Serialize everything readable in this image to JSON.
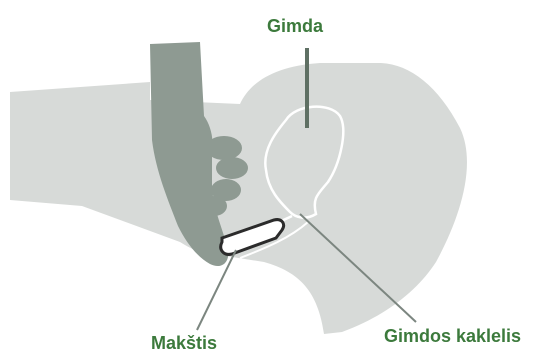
{
  "labels": {
    "uterus": "Gimda",
    "vagina": "Makštis",
    "cervix": "Gimdos kaklelis"
  },
  "colors": {
    "label_text": "#3c7a3c",
    "body_fill": "#d7dad8",
    "hand_fill": "#8e9a92",
    "outline": "#ffffff",
    "leader_line": "#7c8680",
    "uterus_leader": "#5f7064",
    "device_fill": "#ffffff",
    "device_stroke": "#2b2b2b"
  },
  "icons": {
    "hand": "gloved-hand-icon",
    "device": "vaginal-ring-icon"
  }
}
